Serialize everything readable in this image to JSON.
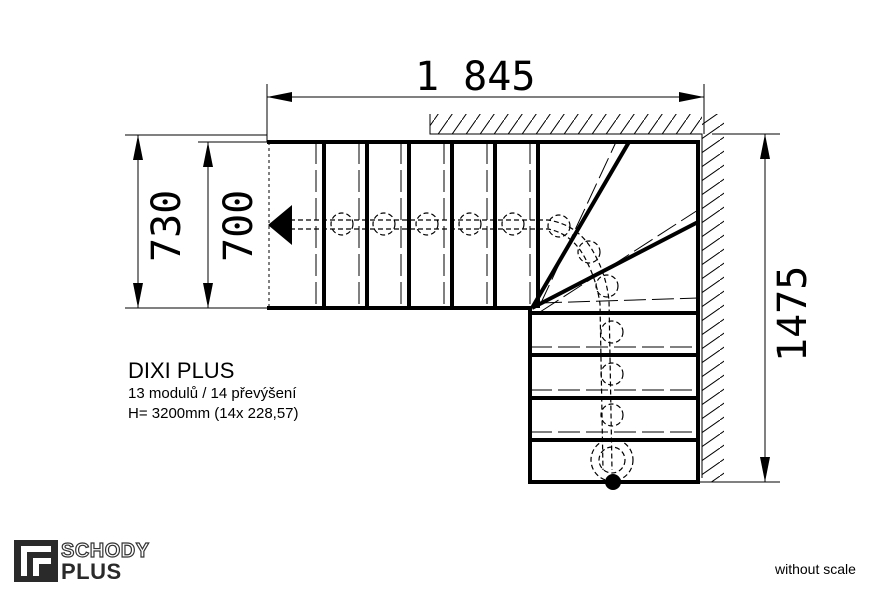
{
  "drawing": {
    "dim_total_width": "1 845",
    "dim_height_left": "730",
    "dim_height_inner": "700",
    "dim_total_depth": "1475"
  },
  "info": {
    "model": "DIXI PLUS",
    "modules": "13 modulů / 14 převýšení",
    "height": "H= 3200mm (14x 228,57)"
  },
  "brand": {
    "word1": "SCHODY",
    "word2": "PLUS"
  },
  "note": "without scale",
  "colors": {
    "line": "#000000",
    "logo_dark": "#2a2a2a"
  }
}
